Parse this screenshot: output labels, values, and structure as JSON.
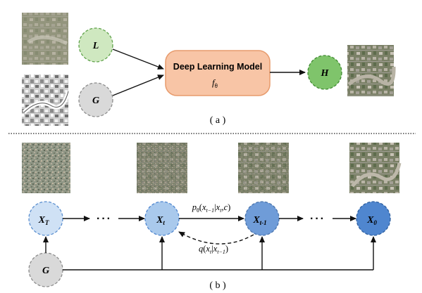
{
  "panel_a": {
    "label": "( a )",
    "node_low": "L",
    "node_guide": "G",
    "node_high": "H",
    "model_title": "Deep Learning Model",
    "model_subtitle": "f",
    "model_subtitle_sub": "θ"
  },
  "panel_b": {
    "label": "( b )",
    "node_xt_big": "X",
    "node_xt_big_sub": "T",
    "node_xt": "X",
    "node_xt_sub": "t",
    "node_xtm1": "X",
    "node_xtm1_sub": "t-1",
    "node_x0": "X",
    "node_x0_sub": "0",
    "node_g": "G",
    "ellipsis_left": "···",
    "ellipsis_right": "···",
    "forward_formula": "pθ(xt−1|xt,c)",
    "reverse_formula": "q(xt|xt−1)"
  },
  "colors": {
    "green_fill": "#cfe8c0",
    "green_dark_fill": "#7fc46b",
    "gray_fill": "#d9d9d9",
    "orange_fill": "#f8c5a6",
    "orange_stroke": "#e79b6d",
    "blue_light": "#cfe1f5",
    "blue_mid": "#a9c9ec",
    "blue_dark": "#4f86cf"
  }
}
